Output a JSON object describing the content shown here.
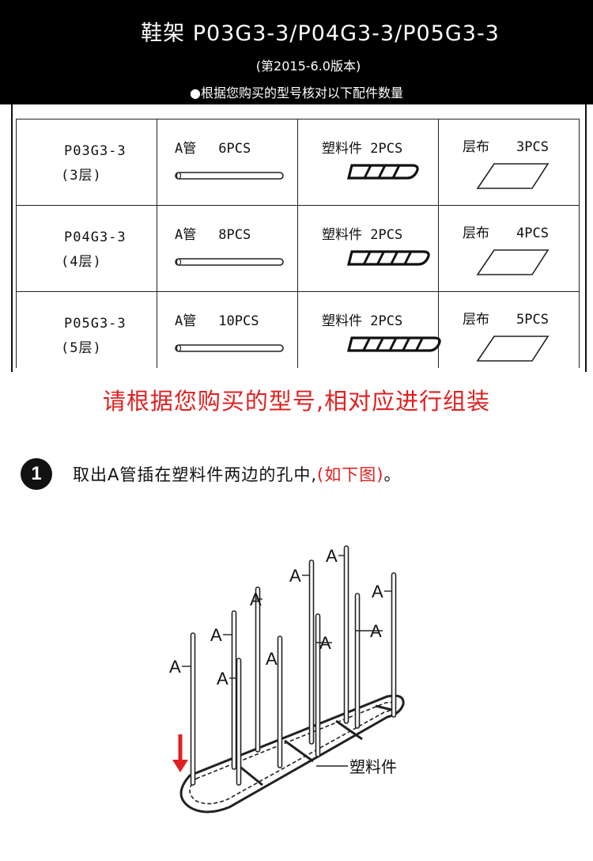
{
  "header": {
    "title": "鞋架 P03G3-3/P04G3-3/P05G3-3",
    "subtitle": "(第2015-6.0版本)",
    "note": "●根据您购买的型号核对以下配件数量"
  },
  "parts_table": {
    "rows": [
      {
        "model": "P03G3-3",
        "tier": "(3层)",
        "tube_label": "A管",
        "tube_qty": "6PCS",
        "plastic_label": "塑料件",
        "plastic_qty": "2PCS",
        "cloth_label": "层布",
        "cloth_qty": "3PCS",
        "rungs": 3
      },
      {
        "model": "P04G3-3",
        "tier": "(4层)",
        "tube_label": "A管",
        "tube_qty": "8PCS",
        "plastic_label": "塑料件",
        "plastic_qty": "2PCS",
        "cloth_label": "层布",
        "cloth_qty": "4PCS",
        "rungs": 4
      },
      {
        "model": "P05G3-3",
        "tier": "(5层)",
        "tube_label": "A管",
        "tube_qty": "10PCS",
        "plastic_label": "塑料件",
        "plastic_qty": "2PCS",
        "cloth_label": "层布",
        "cloth_qty": "5PCS",
        "rungs": 5
      }
    ]
  },
  "instruction": "请根据您购买的型号,相对应进行组装",
  "step1": {
    "number": "1",
    "text": "取出A管插在塑料件两边的孔中,",
    "highlight": "(如下图)",
    "end": "。"
  },
  "diagram": {
    "tube_letter": "A",
    "part_label": "塑料件",
    "arrow_color": "#e02020"
  },
  "colors": {
    "header_bg": "#000000",
    "accent_red": "#e02020"
  }
}
